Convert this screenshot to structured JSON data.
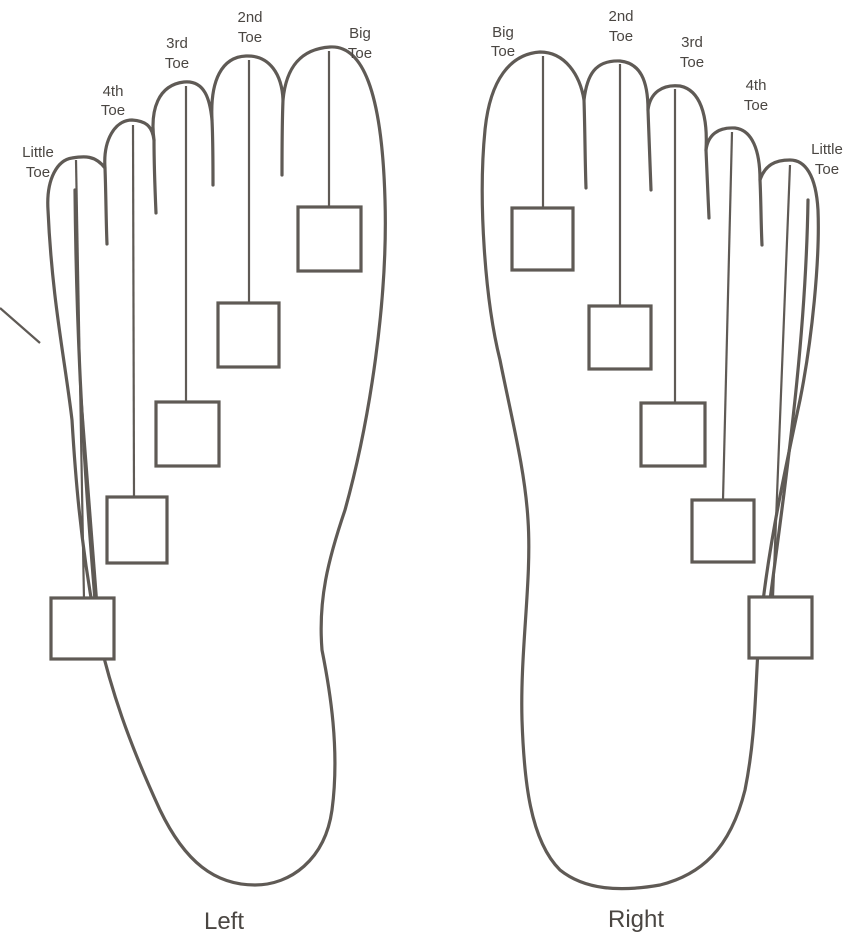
{
  "colors": {
    "ink": "#5f5a55",
    "text": "#4a4642",
    "background": "#ffffff"
  },
  "left": {
    "title": "Left",
    "toes": [
      {
        "line1": "Little",
        "line2": "Toe"
      },
      {
        "line1": "4th",
        "line2": "Toe"
      },
      {
        "line1": "3rd",
        "line2": "Toe"
      },
      {
        "line1": "2nd",
        "line2": "Toe"
      },
      {
        "line1": "Big",
        "line2": "Toe"
      }
    ]
  },
  "right": {
    "title": "Right",
    "toes": [
      {
        "line1": "Big",
        "line2": "Toe"
      },
      {
        "line1": "2nd",
        "line2": "Toe"
      },
      {
        "line1": "3rd",
        "line2": "Toe"
      },
      {
        "line1": "4th",
        "line2": "Toe"
      },
      {
        "line1": "Little",
        "line2": "Toe"
      }
    ]
  }
}
